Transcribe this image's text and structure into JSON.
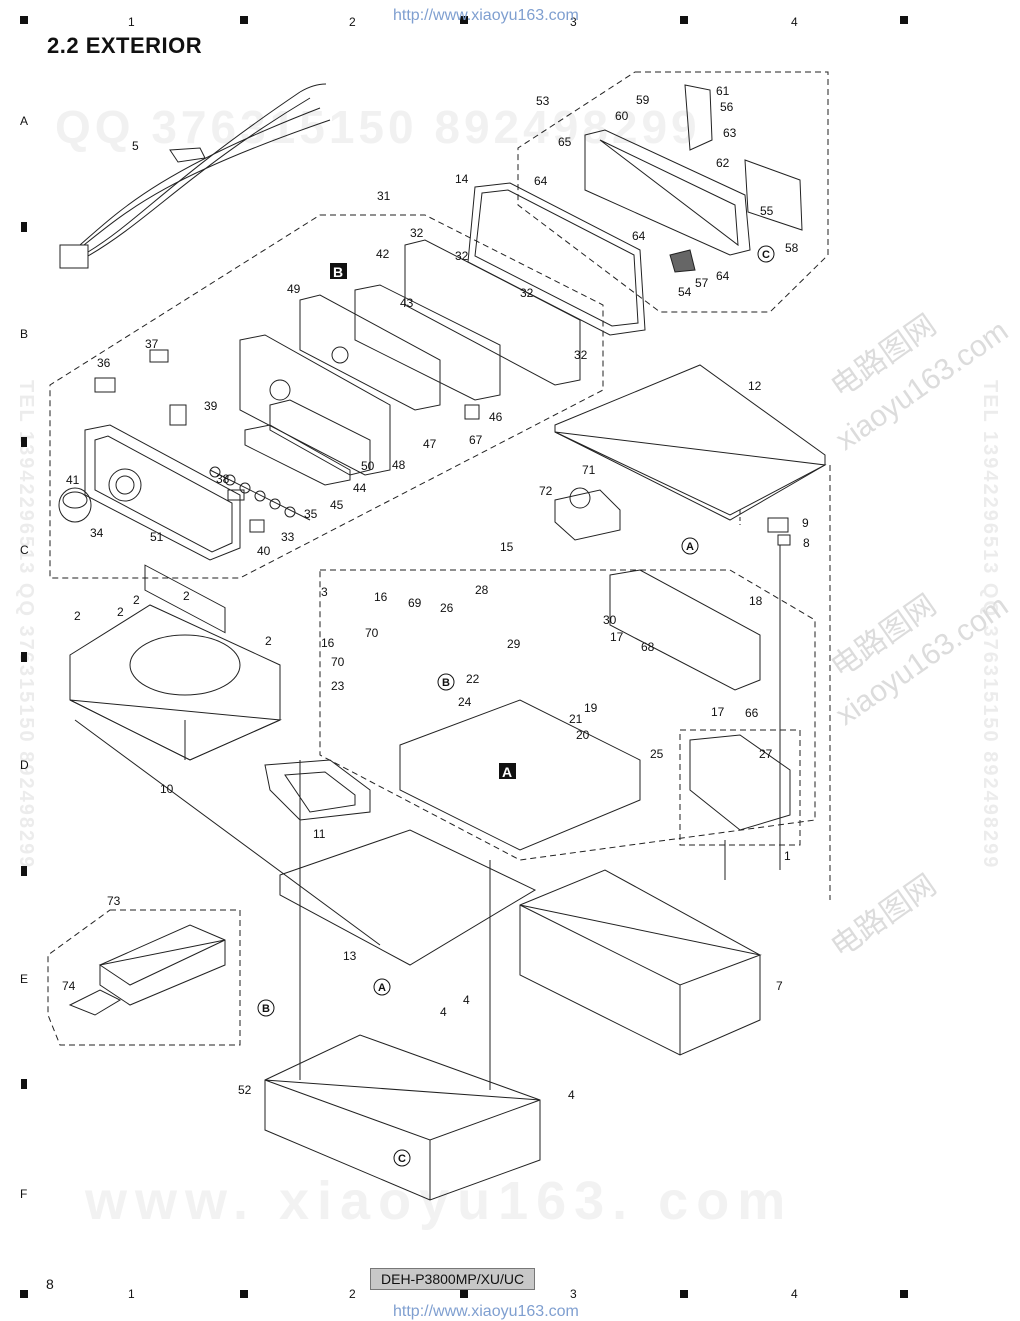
{
  "header": {
    "title": "2.2  EXTERIOR",
    "url": "http://www.xiaoyu163.com"
  },
  "grid": {
    "columns": [
      "1",
      "2",
      "3",
      "4"
    ],
    "rows": [
      "A",
      "B",
      "C",
      "D",
      "E",
      "F"
    ]
  },
  "watermarks": {
    "qq_line": "QQ 376315150   892498299",
    "side_left": "TEL 13942296513  QQ 376315150  892498299",
    "side_right": "TEL 13942296513  QQ 376315150  892498299",
    "diag_cn": "电路图网",
    "diag_en": "xiaoyu163.com",
    "bottom": "www. xiaoyu163. com"
  },
  "callout_letters": {
    "A": "A",
    "B": "B",
    "C": "C"
  },
  "part_numbers": [
    "1",
    "2",
    "3",
    "4",
    "5",
    "7",
    "8",
    "9",
    "10",
    "11",
    "12",
    "13",
    "14",
    "15",
    "16",
    "17",
    "18",
    "19",
    "20",
    "21",
    "22",
    "23",
    "24",
    "25",
    "26",
    "27",
    "28",
    "29",
    "30",
    "31",
    "32",
    "33",
    "34",
    "35",
    "36",
    "37",
    "38",
    "39",
    "40",
    "41",
    "42",
    "43",
    "44",
    "45",
    "46",
    "47",
    "48",
    "49",
    "50",
    "51",
    "52",
    "53",
    "54",
    "55",
    "56",
    "57",
    "58",
    "59",
    "60",
    "61",
    "62",
    "63",
    "64",
    "65",
    "66",
    "67",
    "68",
    "69",
    "70",
    "71",
    "72",
    "73",
    "74"
  ],
  "footer": {
    "page": "8",
    "model": "DEH-P3800MP/XU/UC",
    "url": "http://www.xiaoyu163.com"
  }
}
